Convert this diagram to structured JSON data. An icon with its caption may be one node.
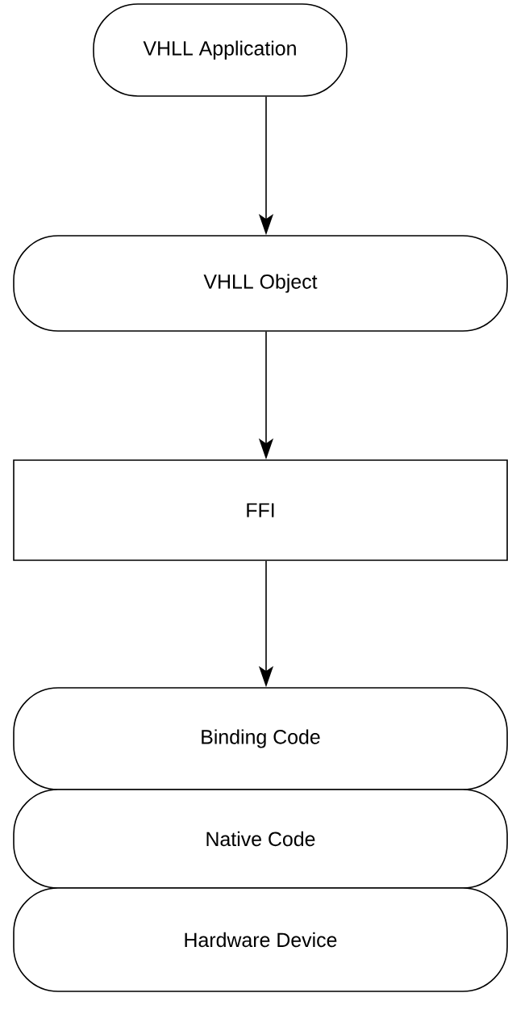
{
  "diagram": {
    "nodes": [
      {
        "text": [
          "VHLL Application"
        ]
      },
      {
        "text": [
          "VHLL Object"
        ]
      },
      {
        "text": [
          "FFI"
        ]
      },
      {
        "text": [
          "Binding Code"
        ]
      },
      {
        "text": [
          "Native Code"
        ]
      },
      {
        "text": [
          "Hardware Device"
        ]
      }
    ],
    "edges": [
      {
        "from": 0,
        "to": 1,
        "arrow": "to"
      },
      {
        "from": 1,
        "to": 2,
        "arrow": "to"
      },
      {
        "from": 2,
        "to": 3,
        "arrow": "to"
      }
    ]
  }
}
